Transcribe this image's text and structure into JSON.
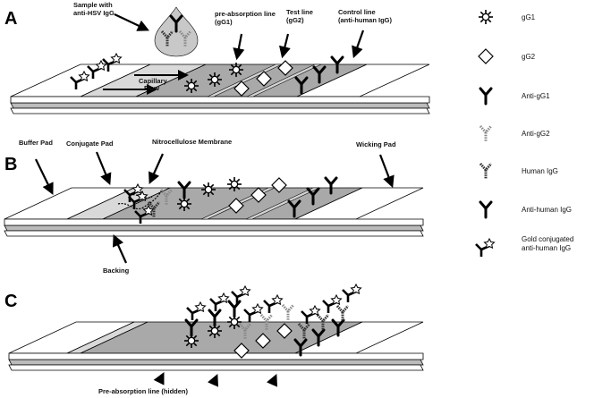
{
  "panels": {
    "a": "A",
    "b": "B",
    "c": "C"
  },
  "panel_a": {
    "sample": [
      "Sample with",
      "anti-HSV IgG"
    ],
    "pre_absorption": [
      "pre-absorption line",
      "(gG1)"
    ],
    "test_line": [
      "Test line",
      "(gG2)"
    ],
    "control_line": [
      "Control line",
      "(anti-human IgG)"
    ],
    "flow": [
      "Capillary",
      "Flow"
    ]
  },
  "panel_b": {
    "buffer_pad": "Buffer Pad",
    "conjugate_pad": "Conjugate Pad",
    "membrane": "Nitrocellulose Membrane",
    "wicking_pad": "Wicking Pad",
    "backing": "Backing"
  },
  "panel_c": {
    "hidden_line": "Pre-absorption line (hidden)"
  },
  "legend": {
    "gG1": "gG1",
    "gG2": "gG2",
    "anti_gG1": "Anti-gG1",
    "anti_gG2": "Anti-gG2",
    "human_igg": "Human IgG",
    "anti_human_igg": "Anti-human IgG",
    "gold_conj": [
      "Gold conjugated",
      "anti-human IgG"
    ]
  },
  "colors": {
    "buffer_pad": "#ffffff",
    "conjugate_pad": "#d9d9d9",
    "membrane": "#a9a9a9",
    "wicking_pad": "#ffffff",
    "outline": "#000000"
  }
}
